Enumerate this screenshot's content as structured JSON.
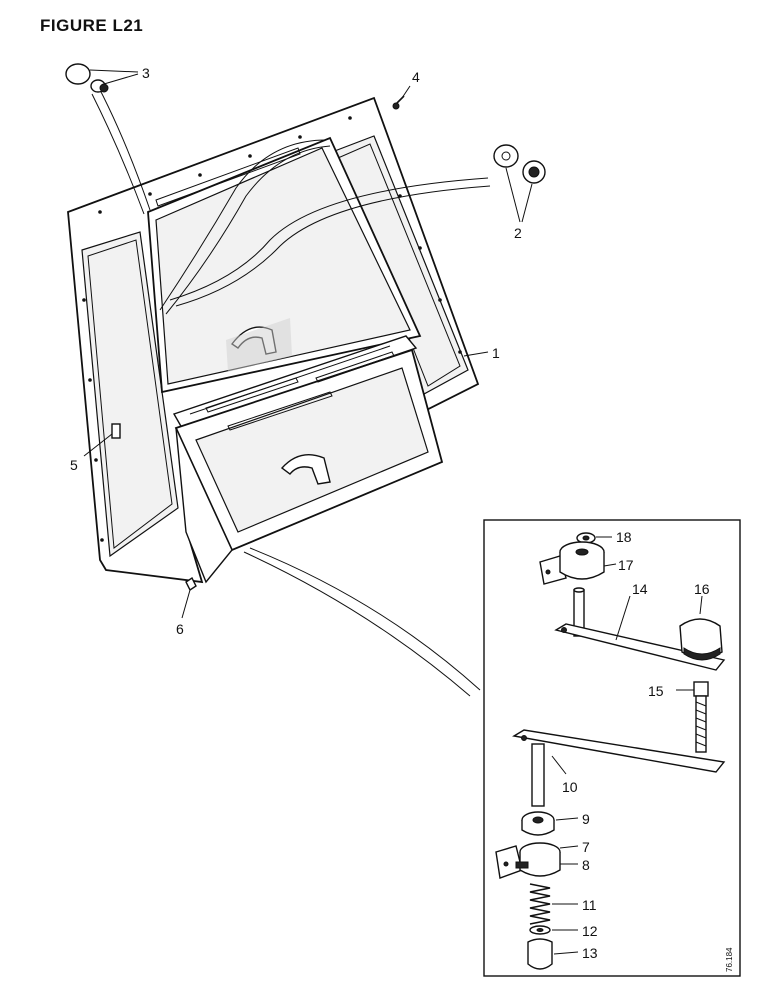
{
  "figure": {
    "title": "FIGURE L21",
    "reference_code": "76.184"
  },
  "callouts": [
    {
      "id": "c1",
      "label": "1"
    },
    {
      "id": "c2",
      "label": "2"
    },
    {
      "id": "c3",
      "label": "3"
    },
    {
      "id": "c4",
      "label": "4"
    },
    {
      "id": "c5",
      "label": "5"
    },
    {
      "id": "c6",
      "label": "6"
    },
    {
      "id": "c7",
      "label": "7"
    },
    {
      "id": "c8",
      "label": "8"
    },
    {
      "id": "c9",
      "label": "9"
    },
    {
      "id": "c10",
      "label": "10"
    },
    {
      "id": "c11",
      "label": "11"
    },
    {
      "id": "c12",
      "label": "12"
    },
    {
      "id": "c13",
      "label": "13"
    },
    {
      "id": "c14",
      "label": "14"
    },
    {
      "id": "c15",
      "label": "15"
    },
    {
      "id": "c16",
      "label": "16"
    },
    {
      "id": "c17",
      "label": "17"
    },
    {
      "id": "c18",
      "label": "18"
    }
  ]
}
